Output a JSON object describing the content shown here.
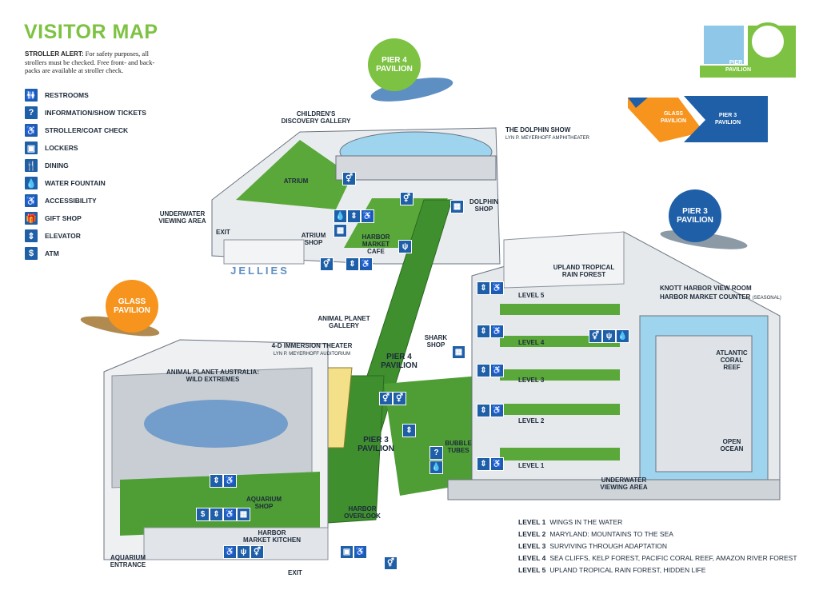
{
  "title": "VISITOR MAP",
  "stroller_alert": {
    "label": "STROLLER ALERT:",
    "text": "For safety purposes, all strollers must be checked. Free front- and back-packs are available at stroller check."
  },
  "legend": [
    {
      "icon": "restroom-icon",
      "glyph": "🚻",
      "label": "RESTROOMS"
    },
    {
      "icon": "information-icon",
      "glyph": "?",
      "label": "INFORMATION/SHOW TICKETS"
    },
    {
      "icon": "stroller-icon",
      "glyph": "♿",
      "label": "STROLLER/COAT CHECK"
    },
    {
      "icon": "locker-icon",
      "glyph": "▣",
      "label": "LOCKERS"
    },
    {
      "icon": "dining-icon",
      "glyph": "🍴",
      "label": "DINING"
    },
    {
      "icon": "water-fountain-icon",
      "glyph": "💧",
      "label": "WATER FOUNTAIN"
    },
    {
      "icon": "accessibility-icon",
      "glyph": "♿",
      "label": "ACCESSIBILITY"
    },
    {
      "icon": "gift-shop-icon",
      "glyph": "🎁",
      "label": "GIFT SHOP"
    },
    {
      "icon": "elevator-icon",
      "glyph": "⇕",
      "label": "ELEVATOR"
    },
    {
      "icon": "atm-icon",
      "glyph": "$",
      "label": "ATM"
    }
  ],
  "pavilions": {
    "pier4": "PIER 4\nPAVILION",
    "pier3": "PIER 3\nPAVILION",
    "glass": "GLASS\nPAVILION"
  },
  "key_map": {
    "pier4": "PIER 4\nPAVILION",
    "glass": "GLASS\nPAVILION",
    "pier3": "PIER 3\nPAVILION"
  },
  "labels": {
    "childrens_gallery": "CHILDREN'S\nDISCOVERY GALLERY",
    "dolphin_show": "THE DOLPHIN SHOW",
    "dolphin_show_sub": "LYN P. MEYERHOFF AMPHITHEATER",
    "atrium": "ATRIUM",
    "underwater_viewing": "UNDERWATER\nVIEWING AREA",
    "exit_top": "EXIT",
    "atrium_shop": "ATRIUM\nSHOP",
    "harbor_market_cafe": "HARBOR\nMARKET\nCAFE",
    "dolphin_shop": "DOLPHIN\nSHOP",
    "jellies": "JELLIES",
    "animal_planet_gallery": "ANIMAL PLANET\nGALLERY",
    "immersion_theater": "4-D IMMERSION THEATER",
    "immersion_theater_sub": "LYN P. MEYERHOFF AUDITORIUM",
    "pier4_walkway": "PIER 4\nPAVILION",
    "shark_shop": "SHARK\nSHOP",
    "animal_planet_australia": "ANIMAL PLANET AUSTRALIA:\nWILD EXTREMES",
    "pier3_walkway": "PIER 3\nPAVILION",
    "bubble_tubes": "BUBBLE\nTUBES",
    "upland_rain_forest": "UPLAND TROPICAL\nRAIN FOREST",
    "knott_harbor": "KNOTT HARBOR VIEW ROOM",
    "harbor_market_counter": "HARBOR MARKET COUNTER",
    "seasonal": "(SEASONAL)",
    "atlantic_coral_reef": "ATLANTIC\nCORAL\nREEF",
    "open_ocean": "OPEN\nOCEAN",
    "underwater_viewing_bottom": "UNDERWATER\nVIEWING AREA",
    "aquarium_shop": "AQUARIUM\nSHOP",
    "harbor_overlook": "HARBOR\nOVERLOOK",
    "harbor_market_kitchen": "HARBOR\nMARKET KITCHEN",
    "aquarium_entrance": "AQUARIUM\nENTRANCE",
    "exit_bottom": "EXIT",
    "level1": "LEVEL 1",
    "level2": "LEVEL 2",
    "level3": "LEVEL 3",
    "level4": "LEVEL 4",
    "level5": "LEVEL 5"
  },
  "levels": [
    {
      "level": "LEVEL 1",
      "desc": "WINGS IN THE WATER"
    },
    {
      "level": "LEVEL 2",
      "desc": "MARYLAND: MOUNTAINS TO THE SEA"
    },
    {
      "level": "LEVEL 3",
      "desc": "SURVIVING THROUGH ADAPTATION"
    },
    {
      "level": "LEVEL 4",
      "desc": "SEA CLIFFS, KELP FOREST, PACIFIC CORAL REEF, AMAZON RIVER FOREST"
    },
    {
      "level": "LEVEL 5",
      "desc": "UPLAND TROPICAL RAIN FOREST, HIDDEN LIFE"
    }
  ],
  "colors": {
    "green": "#7dc242",
    "orange": "#f7941d",
    "blue": "#1f5fa8",
    "walkway": "#3f8f2f",
    "light_blue": "#8ec7e8"
  }
}
